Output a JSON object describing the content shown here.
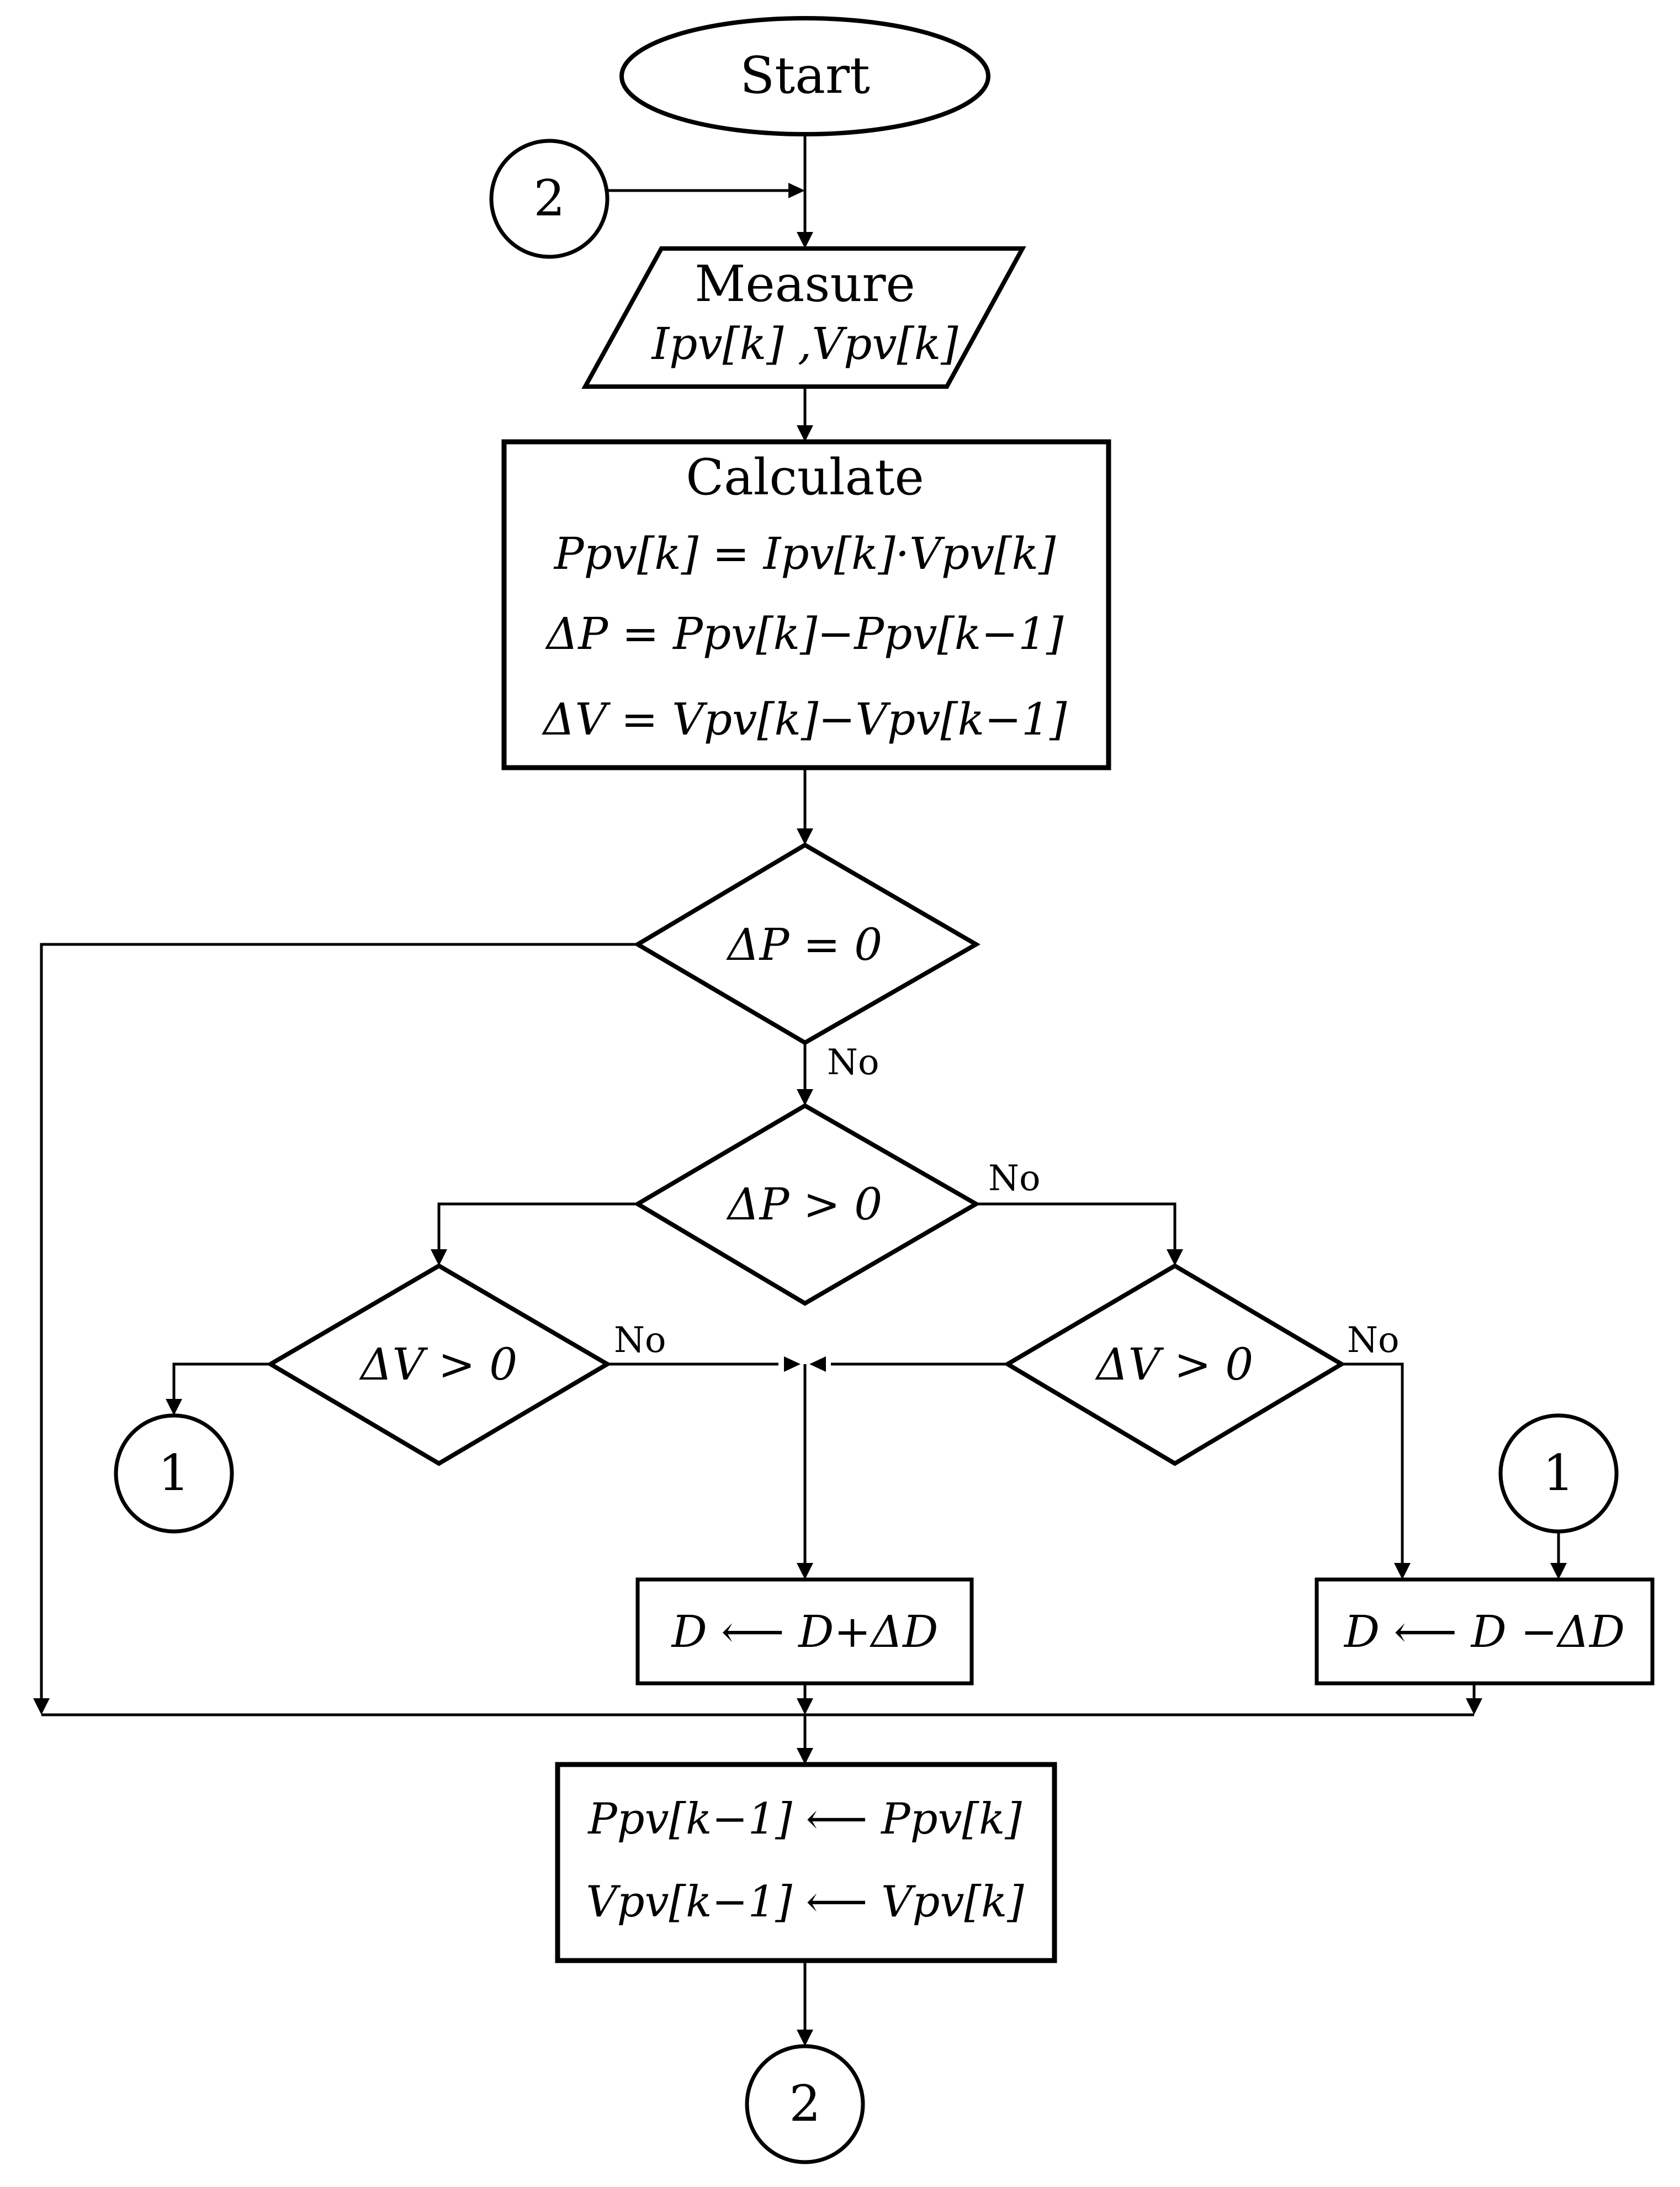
{
  "start": {
    "label": "Start"
  },
  "connectors": {
    "c2_top": "2",
    "c1_left": "1",
    "c1_right": "1",
    "c2_bottom": "2"
  },
  "measure": {
    "title": "Measure",
    "line1": "Ipv[k] ,Vpv[k]"
  },
  "calculate": {
    "title": "Calculate",
    "line1": "Ppv[k] = Ipv[k]·Vpv[k]",
    "line2": "ΔP = Ppv[k]−Ppv[k−1]",
    "line3": "ΔV = Vpv[k]−Vpv[k−1]"
  },
  "decisions": {
    "dp_zero": "ΔP = 0",
    "dp_pos": "ΔP > 0",
    "dv_left": "ΔV > 0",
    "dv_right": "ΔV > 0"
  },
  "labels": {
    "no1": "No",
    "no2": "No",
    "no3": "No",
    "no4": "No"
  },
  "actions": {
    "inc": "D ⟵ D+ΔD",
    "dec": "D ⟵ D −ΔD"
  },
  "update": {
    "line1": "Ppv[k−1] ⟵ Ppv[k]",
    "line2": "Vpv[k−1] ⟵ Vpv[k]"
  }
}
